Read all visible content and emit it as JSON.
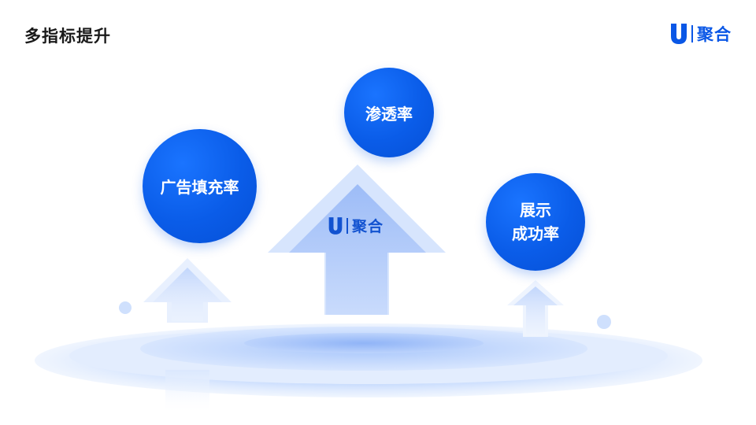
{
  "header": {
    "title": "多指标提升",
    "brand_text": "聚合",
    "brand_color": "#0a57e6"
  },
  "diagram": {
    "metrics": [
      {
        "label": "广告填充率"
      },
      {
        "label": "渗透率"
      },
      {
        "label_lines": [
          "展示",
          "成功率"
        ]
      }
    ],
    "center_arrow_brand": "聚合",
    "circle_color": "#0a5ce8"
  }
}
